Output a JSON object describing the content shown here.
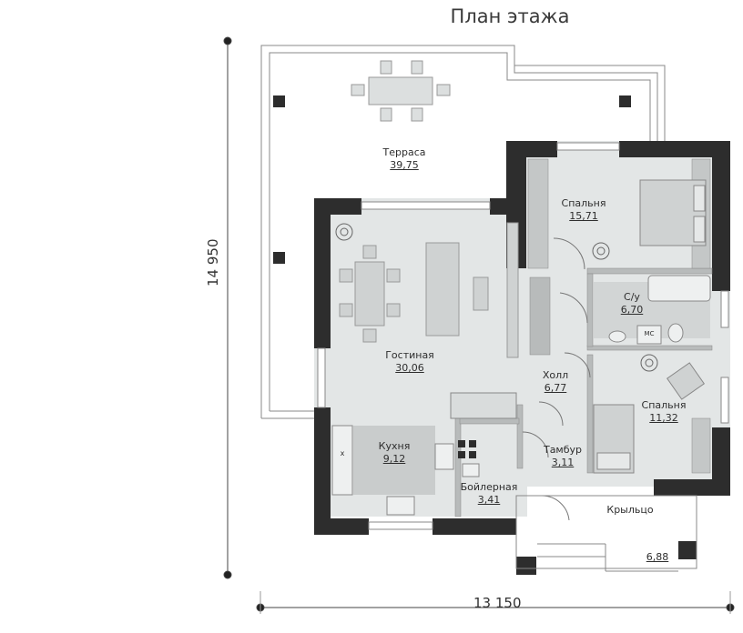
{
  "title": "План этажа",
  "dimensions": {
    "width": "13 150",
    "height": "14 950"
  },
  "rooms": [
    {
      "id": "terrace",
      "name": "Терраса",
      "area": "39,75"
    },
    {
      "id": "bedroom1",
      "name": "Спальня",
      "area": "15,71"
    },
    {
      "id": "bathroom",
      "name": "С/у",
      "area": "6,70"
    },
    {
      "id": "living",
      "name": "Гостиная",
      "area": "30,06"
    },
    {
      "id": "hall",
      "name": "Холл",
      "area": "6,77"
    },
    {
      "id": "bedroom2",
      "name": "Спальня",
      "area": "11,32"
    },
    {
      "id": "kitchen",
      "name": "Кухня",
      "area": "9,12"
    },
    {
      "id": "vestibule",
      "name": "Тамбур",
      "area": "3,11"
    },
    {
      "id": "boiler",
      "name": "Бойлерная",
      "area": "3,41"
    },
    {
      "id": "porch",
      "name": "Крыльцо",
      "area": ""
    }
  ],
  "porch_area_label": "6,88",
  "fixture_labels": {
    "washing_machine": "МС",
    "kitchen_x": "x"
  },
  "colors": {
    "wall": "#2d2d2d",
    "floor": "#e3e6e6",
    "furniture": "#c9cccc",
    "line": "#6a6a6a"
  }
}
